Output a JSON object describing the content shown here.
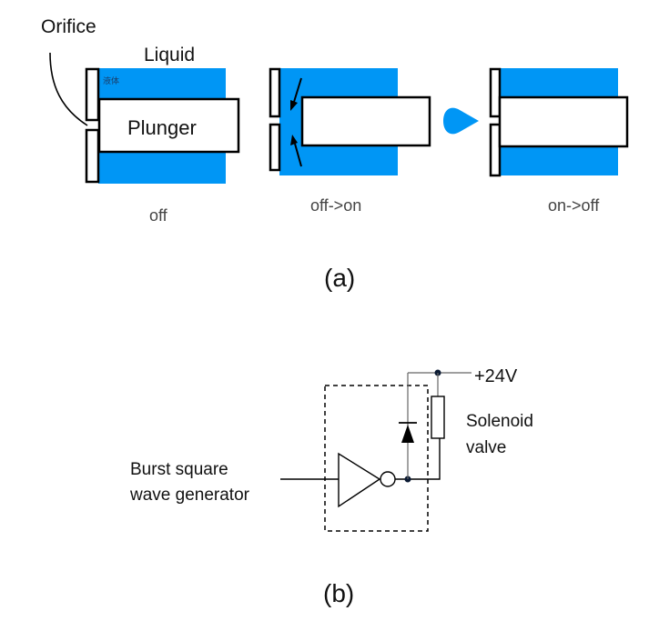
{
  "colors": {
    "liquid": "#0096F5",
    "outline": "#000000",
    "wire": "#555555",
    "background": "#ffffff"
  },
  "panel_a": {
    "caption": "(a)",
    "annotations": {
      "orifice": "Orifice",
      "liquid": "Liquid",
      "liquid_jp": "液体",
      "plunger": "Plunger"
    },
    "states": [
      {
        "label": "off"
      },
      {
        "label": "off->on"
      },
      {
        "label": "on->off"
      }
    ]
  },
  "panel_b": {
    "caption": "(b)",
    "generator_label_line1": "Burst square",
    "generator_label_line2": "wave generator",
    "supply_label": "+24V",
    "solenoid_label_line1": "Solenoid",
    "solenoid_label_line2": "valve"
  }
}
